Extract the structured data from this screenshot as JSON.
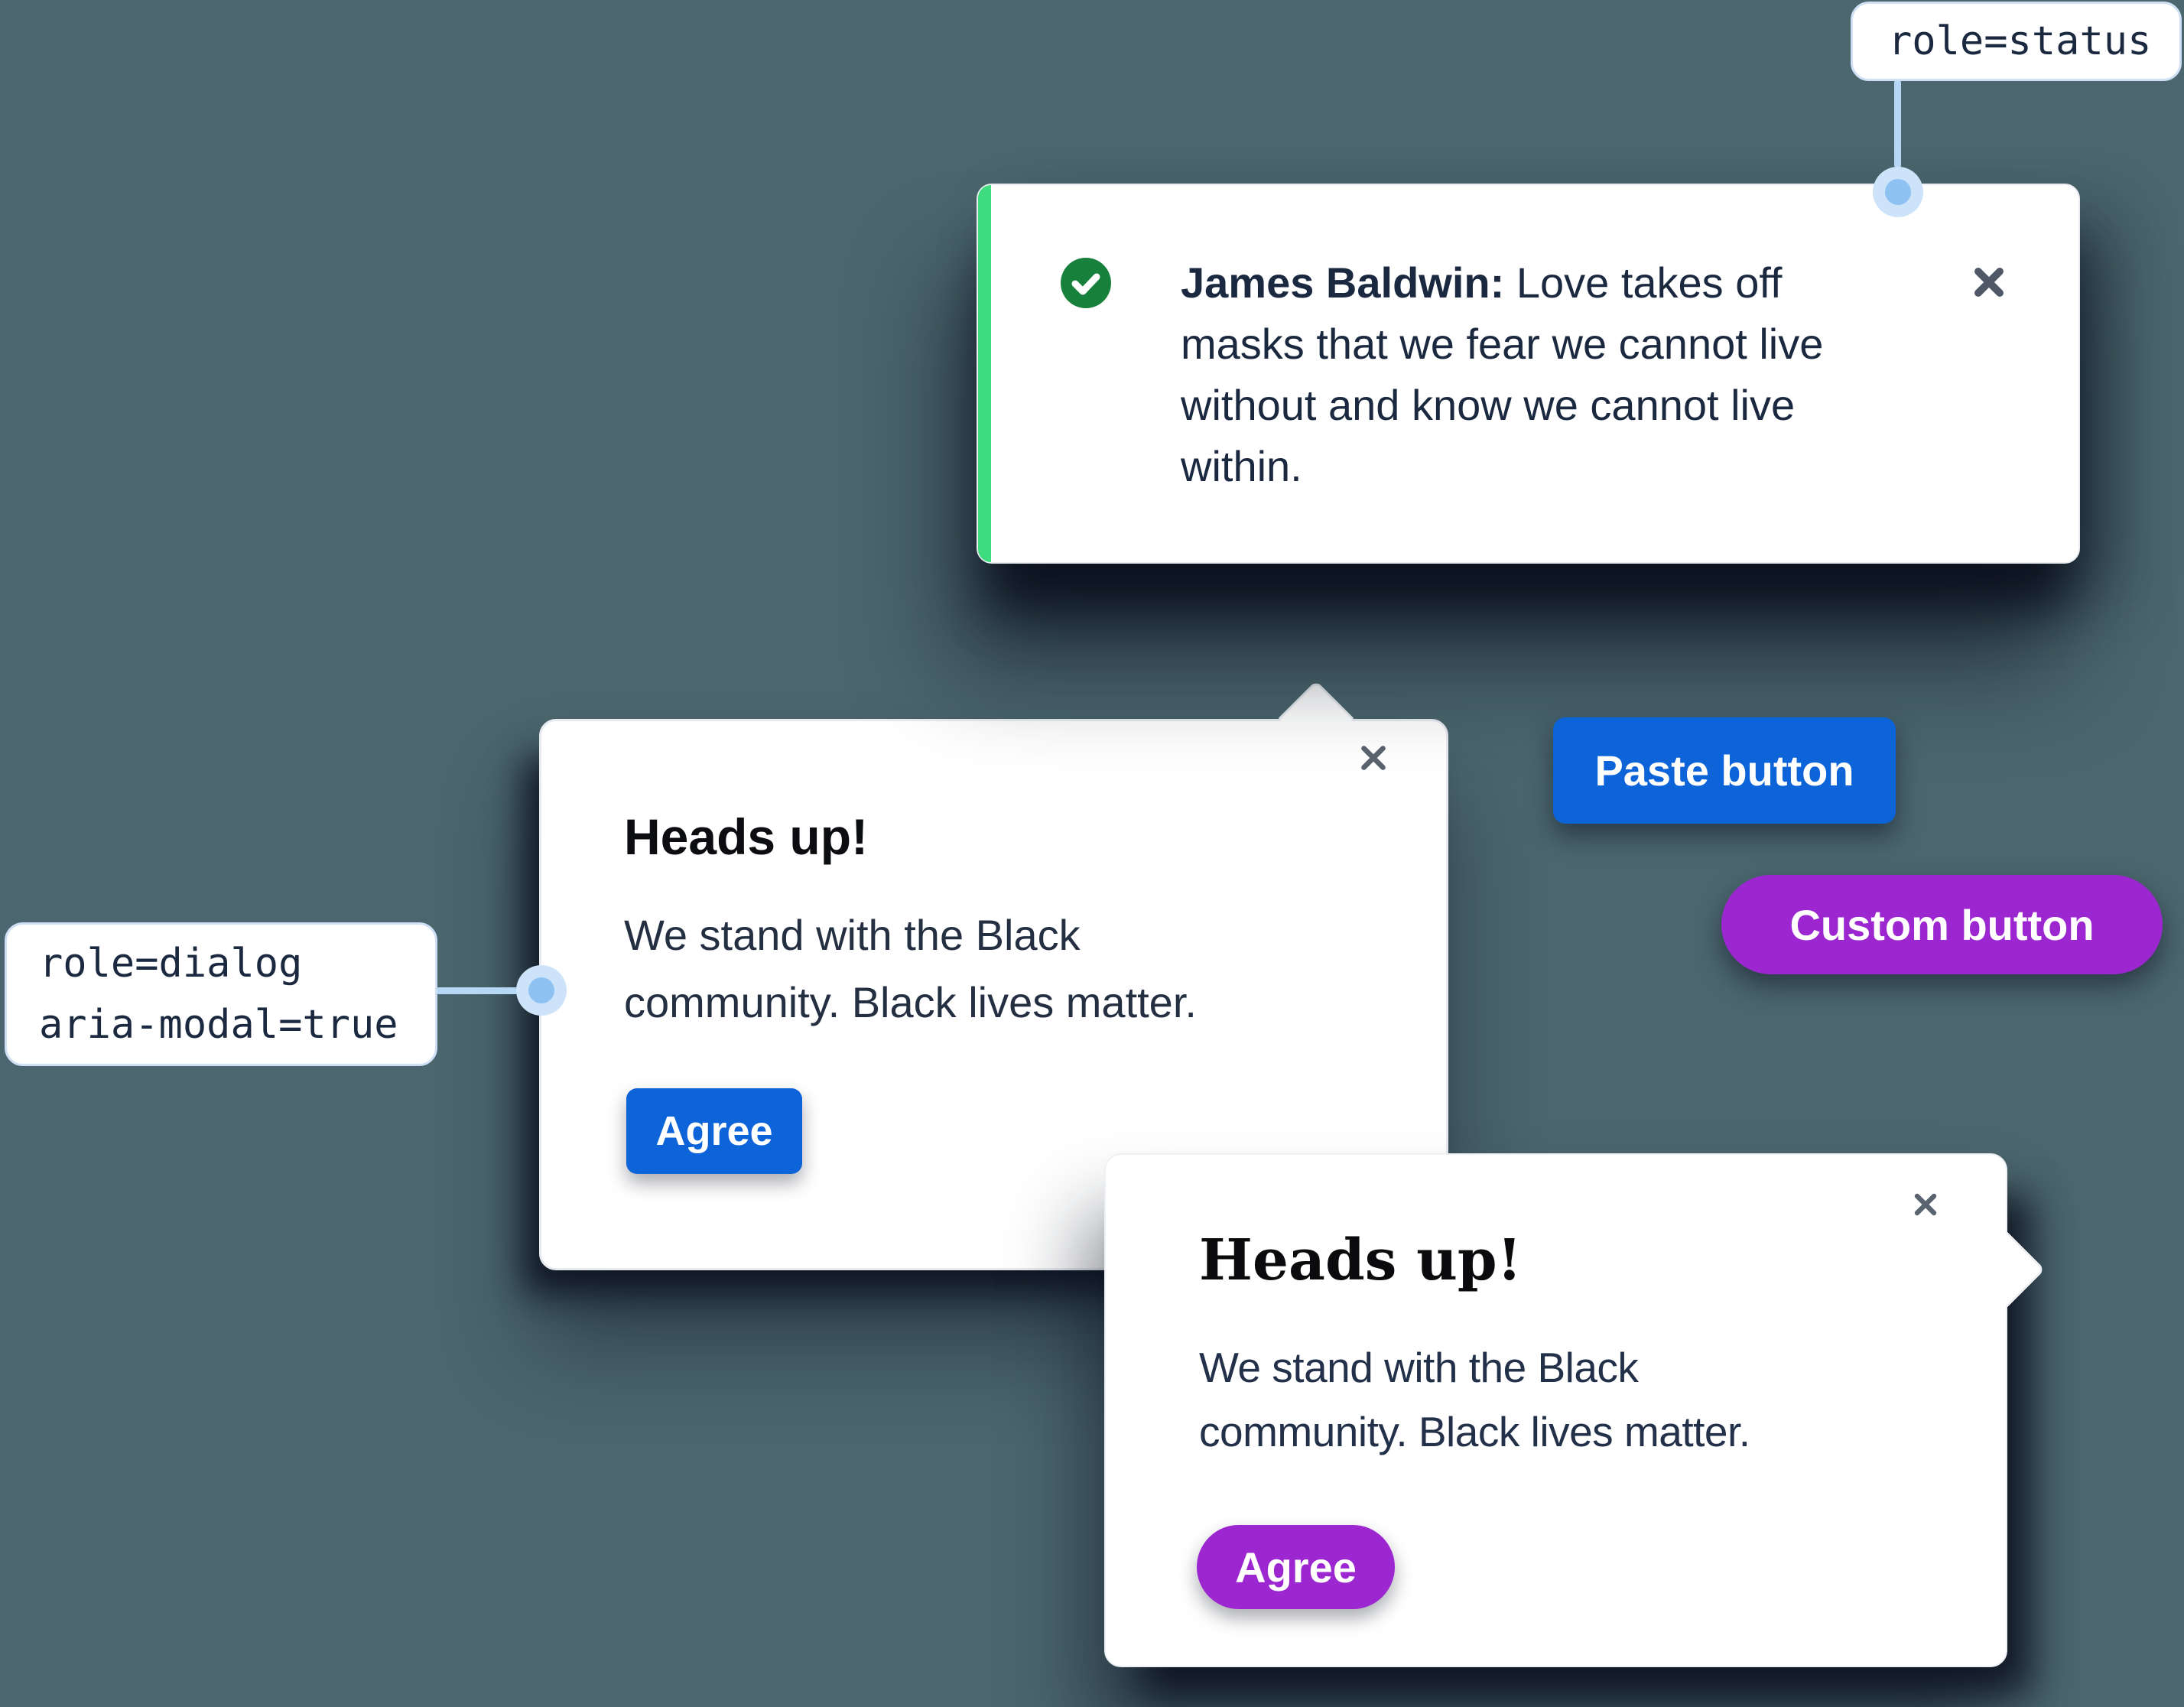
{
  "colors": {
    "background": "#4b666e",
    "card": "#ffffff",
    "text-dark": "#1b2940",
    "title-black": "#0c0d10",
    "blue": "#0d63d8",
    "purple": "#9c27d0",
    "green-bar": "#3edc7e",
    "green-check": "#17813b",
    "connector": "#b7d7f6",
    "dot-inner": "#8ec2f2",
    "dot-outer": "#cde3fa",
    "close-gray": "#566070",
    "label-border": "#cfe0f5"
  },
  "annotations": {
    "status_label": "role=status",
    "dialog_label": "role=dialog\naria-modal=true"
  },
  "toast": {
    "icon": "check-circle-icon",
    "author": "James Baldwin:",
    "message": "Love takes off\nmasks that we fear we cannot live\nwithout and know we cannot live\nwithin.",
    "close_icon": "close-icon"
  },
  "modal_dialog": {
    "title": "Heads up!",
    "body": "We stand with the Black\ncommunity. Black lives matter.",
    "agree_label": "Agree",
    "close_icon": "close-icon"
  },
  "custom_popover": {
    "title": "Heads up!",
    "body": "We stand with the Black\ncommunity. Black lives matter.",
    "agree_label": "Agree",
    "close_icon": "close-icon"
  },
  "buttons": {
    "paste": "Paste button",
    "custom": "Custom button"
  }
}
